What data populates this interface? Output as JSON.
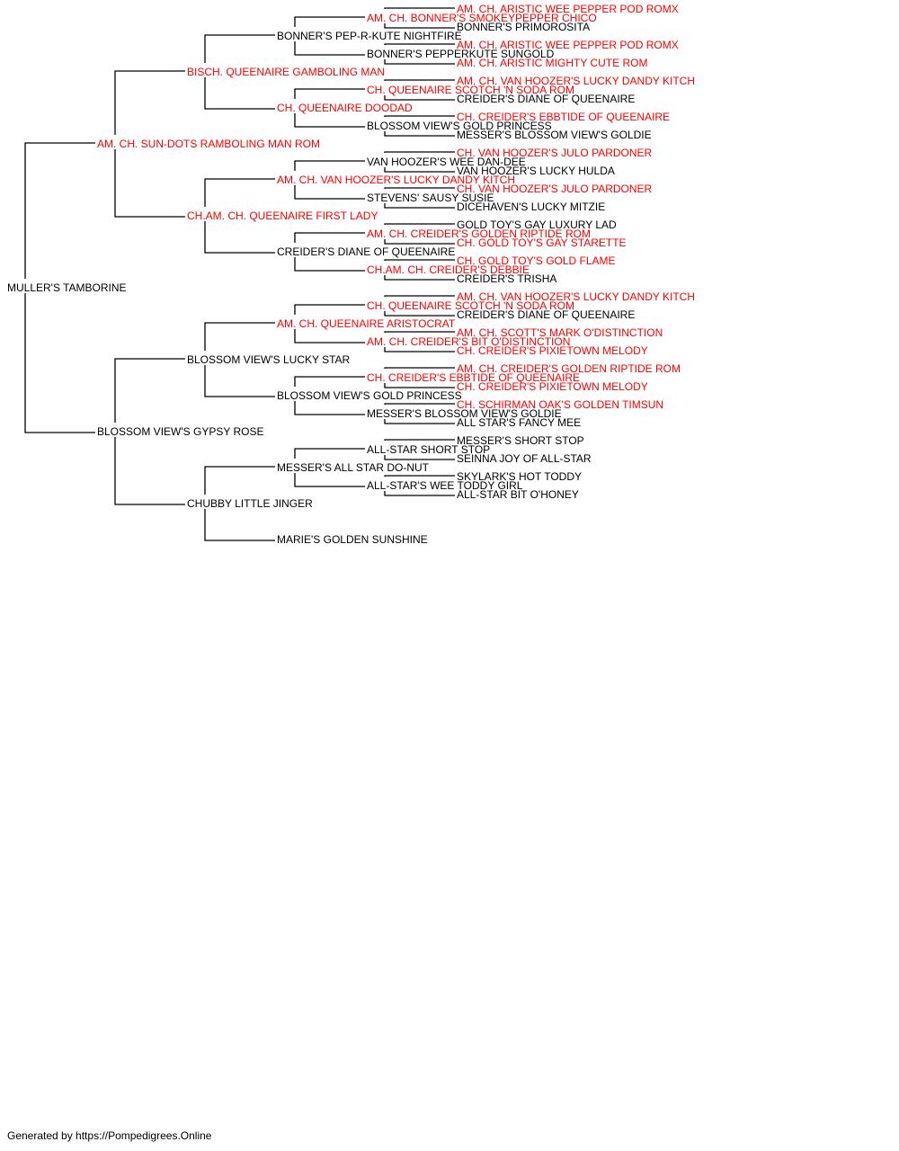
{
  "colors": {
    "champion": "#ff0000",
    "normal": "#000000",
    "line": "#000000"
  },
  "pedigree": {
    "name": "MULLER'S TAMBORINE",
    "champion": false,
    "sire": {
      "name": "AM. CH. SUN-DOTS RAMBOLING MAN ROM",
      "champion": true,
      "sire": {
        "name": "BISCH. QUEENAIRE GAMBOLING MAN",
        "champion": true,
        "sire": {
          "name": "BONNER'S PEP-R-KUTE NIGHTFIRE",
          "champion": false,
          "sire": {
            "name": "AM. CH. BONNER'S SMOKEYPEPPER CHICO",
            "champion": true,
            "sire": {
              "name": "AM. CH. ARISTIC WEE PEPPER POD ROMX",
              "champion": true
            },
            "dam": {
              "name": "BONNER'S PRIMOROSITA",
              "champion": false
            }
          },
          "dam": {
            "name": "BONNER'S PEPPERKUTE SUNGOLD",
            "champion": false,
            "sire": {
              "name": "AM. CH. ARISTIC WEE PEPPER POD ROMX",
              "champion": true
            },
            "dam": {
              "name": "AM. CH. ARISTIC MIGHTY CUTE ROM",
              "champion": true
            }
          }
        },
        "dam": {
          "name": "CH. QUEENAIRE DOODAD",
          "champion": true,
          "sire": {
            "name": "CH. QUEENAIRE SCOTCH 'N SODA ROM",
            "champion": true,
            "sire": {
              "name": "AM. CH. VAN HOOZER'S LUCKY DANDY KITCH",
              "champion": true
            },
            "dam": {
              "name": "CREIDER'S DIANE OF QUEENAIRE",
              "champion": false
            }
          },
          "dam": {
            "name": "BLOSSOM VIEW'S GOLD PRINCESS",
            "champion": false,
            "sire": {
              "name": "CH. CREIDER'S EBBTIDE OF QUEENAIRE",
              "champion": true
            },
            "dam": {
              "name": "MESSER'S BLOSSOM VIEW'S GOLDIE",
              "champion": false
            }
          }
        }
      },
      "dam": {
        "name": "CH.AM. CH. QUEENAIRE FIRST LADY",
        "champion": true,
        "sire": {
          "name": "AM. CH. VAN HOOZER'S LUCKY DANDY KITCH",
          "champion": true,
          "sire": {
            "name": "VAN HOOZER'S WEE DAN-DEE",
            "champion": false,
            "sire": {
              "name": "CH. VAN HOOZER'S JULO PARDONER",
              "champion": true
            },
            "dam": {
              "name": "VAN HOOZER'S LUCKY HULDA",
              "champion": false
            }
          },
          "dam": {
            "name": "STEVENS' SAUSY SUSIE",
            "champion": false,
            "sire": {
              "name": "CH. VAN HOOZER'S JULO PARDONER",
              "champion": true
            },
            "dam": {
              "name": "DICEHAVEN'S LUCKY MITZIE",
              "champion": false
            }
          }
        },
        "dam": {
          "name": "CREIDER'S DIANE OF QUEENAIRE",
          "champion": false,
          "sire": {
            "name": "AM. CH. CREIDER'S GOLDEN RIPTIDE ROM",
            "champion": true,
            "sire": {
              "name": "GOLD TOY'S GAY LUXURY LAD",
              "champion": false
            },
            "dam": {
              "name": "CH. GOLD TOY'S GAY STARETTE",
              "champion": true
            }
          },
          "dam": {
            "name": "CH.AM. CH. CREIDER'S DEBBIE",
            "champion": true,
            "sire": {
              "name": "CH. GOLD TOY'S GOLD FLAME",
              "champion": true
            },
            "dam": {
              "name": "CREIDER'S TRISHA",
              "champion": false
            }
          }
        }
      }
    },
    "dam": {
      "name": "BLOSSOM VIEW'S GYPSY ROSE",
      "champion": false,
      "sire": {
        "name": "BLOSSOM VIEW'S LUCKY STAR",
        "champion": false,
        "sire": {
          "name": "AM. CH. QUEENAIRE ARISTOCRAT",
          "champion": true,
          "sire": {
            "name": "CH. QUEENAIRE SCOTCH 'N SODA ROM",
            "champion": true,
            "sire": {
              "name": "AM. CH. VAN HOOZER'S LUCKY DANDY KITCH",
              "champion": true
            },
            "dam": {
              "name": "CREIDER'S DIANE OF QUEENAIRE",
              "champion": false
            }
          },
          "dam": {
            "name": "AM. CH. CREIDER'S BIT O'DISTINCTION",
            "champion": true,
            "sire": {
              "name": "AM. CH. SCOTT'S MARK O'DISTINCTION",
              "champion": true
            },
            "dam": {
              "name": "CH. CREIDER'S PIXIETOWN MELODY",
              "champion": true
            }
          }
        },
        "dam": {
          "name": "BLOSSOM VIEW'S GOLD PRINCESS",
          "champion": false,
          "sire": {
            "name": "CH. CREIDER'S EBBTIDE OF QUEENAIRE",
            "champion": true,
            "sire": {
              "name": "AM. CH. CREIDER'S GOLDEN RIPTIDE ROM",
              "champion": true
            },
            "dam": {
              "name": "CH. CREIDER'S PIXIETOWN MELODY",
              "champion": true
            }
          },
          "dam": {
            "name": "MESSER'S BLOSSOM VIEW'S GOLDIE",
            "champion": false,
            "sire": {
              "name": "CH. SCHIRMAN OAK'S GOLDEN TIMSUN",
              "champion": true
            },
            "dam": {
              "name": "ALL STAR'S FANCY MEE",
              "champion": false
            }
          }
        }
      },
      "dam": {
        "name": "CHUBBY LITTLE JINGER",
        "champion": false,
        "sire": {
          "name": "MESSER'S ALL STAR DO-NUT",
          "champion": false,
          "sire": {
            "name": "ALL-STAR SHORT STOP",
            "champion": false,
            "sire": {
              "name": "MESSER'S SHORT STOP",
              "champion": false
            },
            "dam": {
              "name": "SEINNA JOY OF ALL-STAR",
              "champion": false
            }
          },
          "dam": {
            "name": "ALL-STAR'S WEE TODDY GIRL",
            "champion": false,
            "sire": {
              "name": "SKYLARK'S HOT TODDY",
              "champion": false
            },
            "dam": {
              "name": "ALL-STAR BIT O'HONEY",
              "champion": false
            }
          }
        },
        "dam": {
          "name": "MARIE'S GOLDEN SUNSHINE",
          "champion": false
        }
      }
    }
  },
  "footer": "Generated by https://Pompedigrees.Online"
}
